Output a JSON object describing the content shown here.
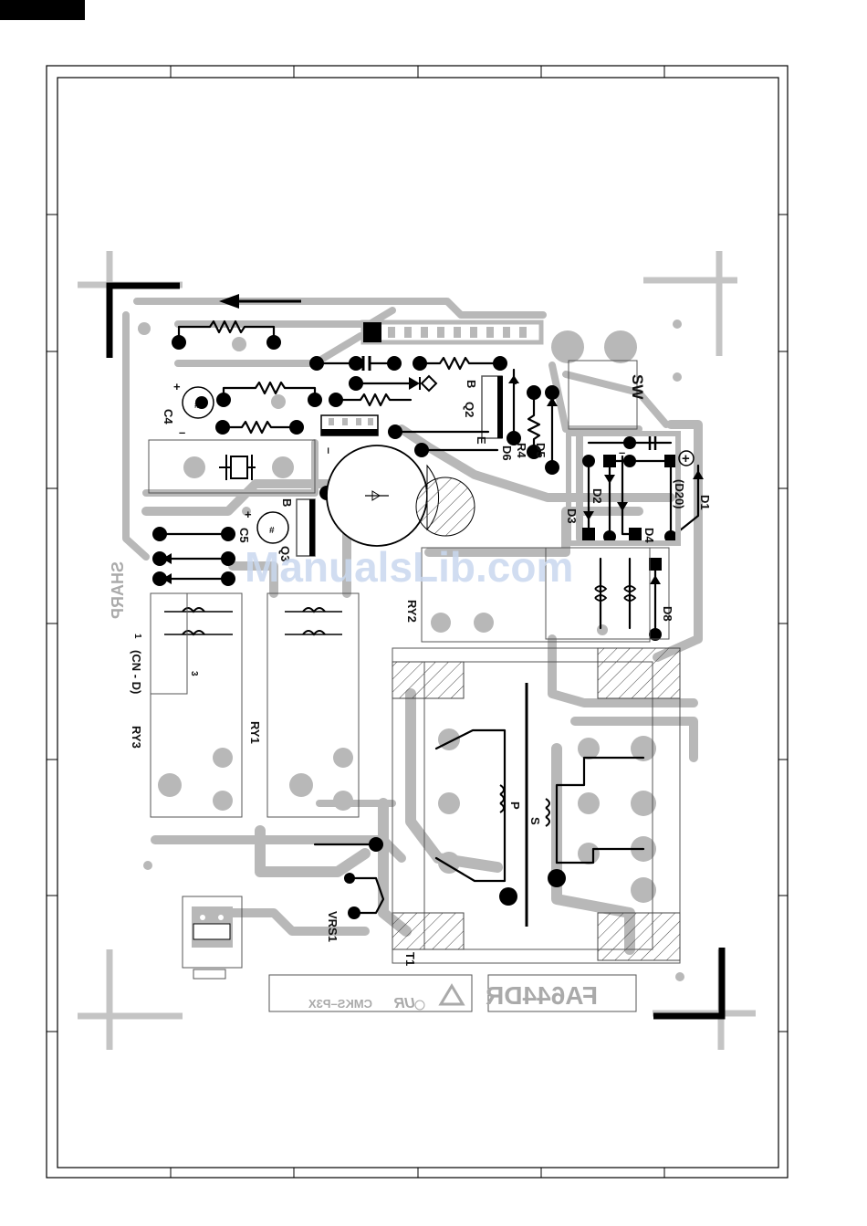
{
  "labels": {
    "c4": "C4",
    "c5": "C5",
    "q2": "Q2",
    "q3": "Q3",
    "q2_b": "B",
    "q2_e": "E",
    "q3_b": "B",
    "r4": "R4",
    "d1": "D1",
    "d2": "D2",
    "d3": "D3",
    "d4": "D4",
    "d5": "D5",
    "d6": "D6",
    "d8": "D8",
    "d20": "(D20)",
    "sw": "SW",
    "ry1": "RY1",
    "ry2": "RY2",
    "ry3": "RY3",
    "cnd": "(CN - D)",
    "cnd_pin1": "1",
    "cnd_pin3": "3",
    "t1": "T1",
    "vrs1": "VRS1",
    "p": "P",
    "s": "S",
    "plus": "+",
    "minus": "–",
    "sharp": "SHARP",
    "board_code": "FA644DR",
    "cmks": "CMKS–P3X",
    "ur": "UR",
    "watermark": "ManualsLib.com"
  },
  "colors": {
    "trace": "#b8b8b8",
    "ink": "#000000",
    "watermark": "#c9d8ef"
  }
}
